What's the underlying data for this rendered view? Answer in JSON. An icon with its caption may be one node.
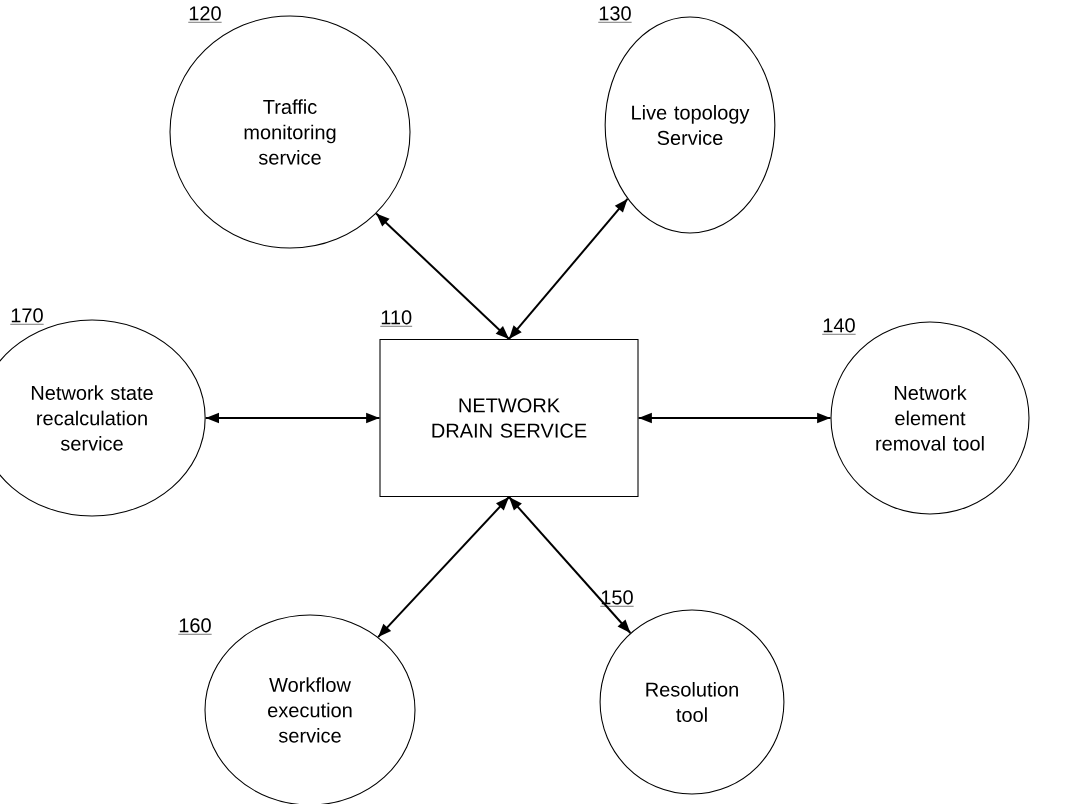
{
  "diagram": {
    "nodes": [
      {
        "text": [
          "Traffic monitoring service"
        ],
        "beside": [
          "120"
        ]
      },
      {
        "text": [
          "Live topology Service"
        ],
        "beside": [
          "130"
        ]
      },
      {
        "text": [
          "Network state recalculation service"
        ],
        "beside": [
          "170"
        ]
      },
      {
        "text": [
          "NETWORK DRAIN SERVICE"
        ],
        "beside": [
          "110"
        ]
      },
      {
        "text": [
          "Network element removal tool"
        ],
        "beside": [
          "140"
        ]
      },
      {
        "text": [
          "Workflow execution service"
        ],
        "beside": [
          "160"
        ]
      },
      {
        "text": [
          "Resolution tool"
        ],
        "beside": [
          "150"
        ]
      }
    ],
    "edges": [
      {
        "from": 3,
        "to": 0,
        "arrow": "both"
      },
      {
        "from": 3,
        "to": 1,
        "arrow": "both"
      },
      {
        "from": 3,
        "to": 2,
        "arrow": "both"
      },
      {
        "from": 3,
        "to": 4,
        "arrow": "both"
      },
      {
        "from": 3,
        "to": 5,
        "arrow": "both"
      },
      {
        "from": 3,
        "to": 6,
        "arrow": "both"
      }
    ]
  }
}
